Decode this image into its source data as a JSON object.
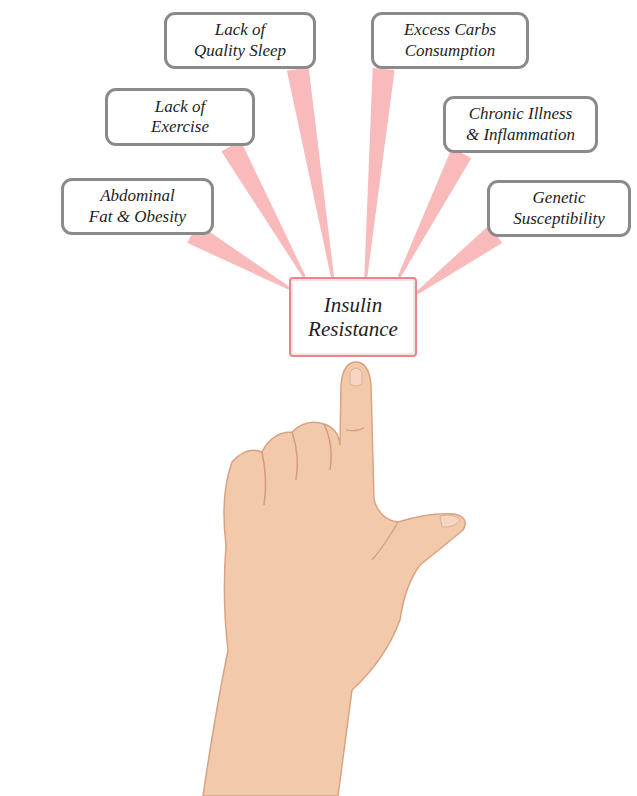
{
  "diagram": {
    "nodes": [
      {
        "text": [
          "Lack of Quality Sleep"
        ]
      },
      {
        "text": [
          "Excess Carbs Consumption"
        ]
      },
      {
        "text": [
          "Lack of Exercise"
        ]
      },
      {
        "text": [
          "Chronic Illness & Inflammation"
        ]
      },
      {
        "text": [
          "Abdominal Fat & Obesity"
        ]
      },
      {
        "text": [
          "Genetic Susceptibility"
        ]
      },
      {
        "text": [
          "Insulin Resistance"
        ]
      }
    ],
    "edges": [
      {
        "from": 0,
        "to": 6,
        "arrow": "none"
      },
      {
        "from": 1,
        "to": 6,
        "arrow": "none"
      },
      {
        "from": 2,
        "to": 6,
        "arrow": "none"
      },
      {
        "from": 3,
        "to": 6,
        "arrow": "none"
      },
      {
        "from": 4,
        "to": 6,
        "arrow": "none"
      },
      {
        "from": 5,
        "to": 6,
        "arrow": "none"
      }
    ]
  }
}
